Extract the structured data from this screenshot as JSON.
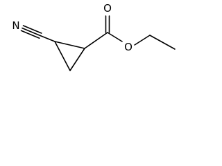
{
  "molecule": {
    "atoms": {
      "nitrile_n": "N",
      "carbonyl_o": "O",
      "ester_o": "O"
    }
  }
}
